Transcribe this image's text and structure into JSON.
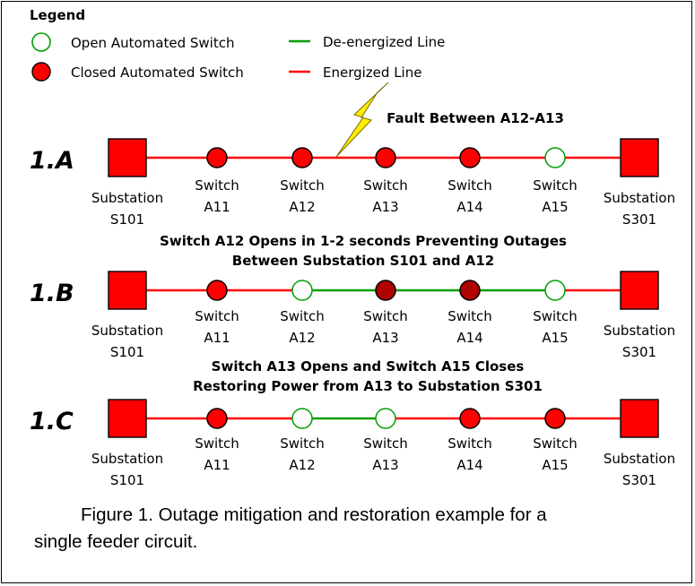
{
  "legend": {
    "title": "Legend",
    "open_switch": "Open Automated Switch",
    "closed_switch": "Closed Automated Switch",
    "deenergized_line": "De-energized Line",
    "energized_line": "Energized Line"
  },
  "colors": {
    "red": "#ff0000",
    "dark_red": "#b00000",
    "green": "#009e00",
    "bolt": "#ffee00"
  },
  "rows": [
    {
      "label": "1.A",
      "title_lines": [
        "Fault Between A12-A13"
      ],
      "nodes": [
        {
          "type": "substation",
          "line1": "Substation",
          "line2": "S101"
        },
        {
          "type": "switch",
          "state": "closed",
          "line1": "Switch",
          "line2": "A11"
        },
        {
          "type": "switch",
          "state": "closed",
          "line1": "Switch",
          "line2": "A12"
        },
        {
          "type": "switch",
          "state": "closed",
          "line1": "Switch",
          "line2": "A13"
        },
        {
          "type": "switch",
          "state": "closed",
          "line1": "Switch",
          "line2": "A14"
        },
        {
          "type": "switch",
          "state": "open",
          "line1": "Switch",
          "line2": "A15"
        },
        {
          "type": "substation",
          "line1": "Substation",
          "line2": "S301"
        }
      ],
      "segments": [
        "energized",
        "energized",
        "energized",
        "energized",
        "energized",
        "energized"
      ],
      "fault_icon": "lightning-bolt-icon"
    },
    {
      "label": "1.B",
      "title_lines": [
        "Switch A12 Opens in 1-2 seconds Preventing Outages",
        "Between Substation S101 and A12"
      ],
      "nodes": [
        {
          "type": "substation",
          "line1": "Substation",
          "line2": "S101"
        },
        {
          "type": "switch",
          "state": "closed",
          "line1": "Switch",
          "line2": "A11"
        },
        {
          "type": "switch",
          "state": "open",
          "line1": "Switch",
          "line2": "A12"
        },
        {
          "type": "switch",
          "state": "closed-deenergized",
          "line1": "Switch",
          "line2": "A13"
        },
        {
          "type": "switch",
          "state": "closed-deenergized",
          "line1": "Switch",
          "line2": "A14"
        },
        {
          "type": "switch",
          "state": "open",
          "line1": "Switch",
          "line2": "A15"
        },
        {
          "type": "substation",
          "line1": "Substation",
          "line2": "S301"
        }
      ],
      "segments": [
        "energized",
        "energized",
        "deenergized",
        "deenergized",
        "deenergized",
        "energized"
      ]
    },
    {
      "label": "1.C",
      "title_lines": [
        "Switch A13 Opens and Switch A15 Closes",
        "Restoring Power from A13 to Substation S301"
      ],
      "nodes": [
        {
          "type": "substation",
          "line1": "Substation",
          "line2": "S101"
        },
        {
          "type": "switch",
          "state": "closed",
          "line1": "Switch",
          "line2": "A11"
        },
        {
          "type": "switch",
          "state": "open",
          "line1": "Switch",
          "line2": "A12"
        },
        {
          "type": "switch",
          "state": "open",
          "line1": "Switch",
          "line2": "A13"
        },
        {
          "type": "switch",
          "state": "closed",
          "line1": "Switch",
          "line2": "A14"
        },
        {
          "type": "switch",
          "state": "closed",
          "line1": "Switch",
          "line2": "A15"
        },
        {
          "type": "substation",
          "line1": "Substation",
          "line2": "S301"
        }
      ],
      "segments": [
        "energized",
        "energized",
        "deenergized",
        "energized",
        "energized",
        "energized"
      ]
    }
  ],
  "caption": {
    "line1": "Figure 1. Outage mitigation and restoration example for a",
    "line2": "single feeder circuit."
  }
}
